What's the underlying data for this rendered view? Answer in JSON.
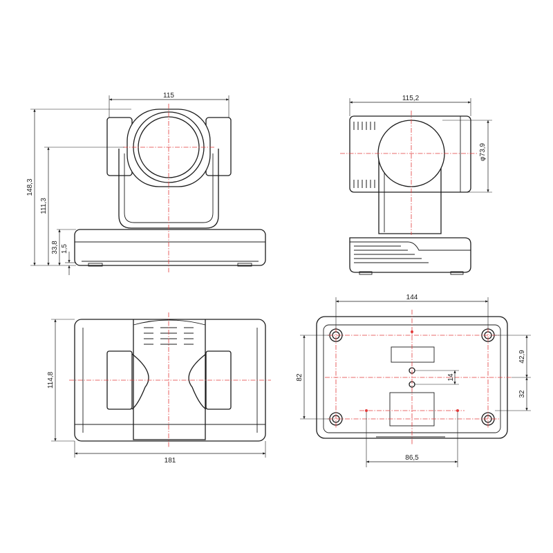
{
  "dimensions": {
    "front_width": "115",
    "front_total_height": "148,3",
    "front_lens_center_height": "111,3",
    "front_base_height": "33,8",
    "front_foot_height": "1,5",
    "side_width": "115,2",
    "side_lens_diameter": "φ73,9",
    "top_depth": "114,8",
    "top_width": "181",
    "bottom_hole_span_x": "144",
    "bottom_hole_span_y": "82",
    "bottom_offset_upper": "42,9",
    "bottom_offset_lower": "32",
    "bottom_center_gap": "14",
    "bottom_mount_span": "86,5"
  },
  "colors": {
    "outline": "#1a1a1a",
    "centerline": "#e23a3a",
    "background": "#ffffff"
  }
}
